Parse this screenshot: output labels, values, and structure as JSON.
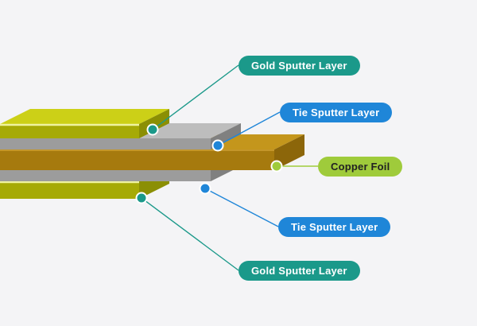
{
  "background_color": "#f4f4f6",
  "diagram": {
    "description": "Sputtered layer stack diagram",
    "labels": [
      {
        "id": "gold-sputter-top",
        "text": "Gold Sputter Layer",
        "color": "#1b998a",
        "text_color": "#ffffff"
      },
      {
        "id": "tie-sputter-top",
        "text": "Tie Sputter Layer",
        "color": "#1f86d8",
        "text_color": "#ffffff"
      },
      {
        "id": "copper-foil",
        "text": "Copper Foil",
        "color": "#9fcb3b",
        "text_color": "#222222"
      },
      {
        "id": "tie-sputter-bottom",
        "text": "Tie Sputter Layer",
        "color": "#1f86d8",
        "text_color": "#ffffff"
      },
      {
        "id": "gold-sputter-bottom",
        "text": "Gold Sputter Layer",
        "color": "#1b998a",
        "text_color": "#ffffff"
      }
    ],
    "layers": [
      {
        "name": "Gold Sputter Layer",
        "position": "top",
        "colors": {
          "top": "#ccd017",
          "front": "#a6aa06",
          "side": "#8b8f04",
          "highlight": "#eff3a0"
        }
      },
      {
        "name": "Tie Sputter Layer",
        "position": "top",
        "colors": {
          "top": "#bdbdbd",
          "front": "#9c9c9c",
          "side": "#808080"
        }
      },
      {
        "name": "Copper Foil",
        "position": "middle",
        "colors": {
          "top": "#c4961c",
          "front": "#a67a0e",
          "side": "#8c660a",
          "highlight": "#cda032"
        }
      },
      {
        "name": "Tie Sputter Layer",
        "position": "bottom",
        "colors": {
          "top": "#bdbdbd",
          "front": "#9c9c9c",
          "side": "#808080"
        }
      },
      {
        "name": "Gold Sputter Layer",
        "position": "bottom",
        "colors": {
          "top": "#ccd017",
          "front": "#a6aa06",
          "side": "#8b8f04",
          "highlight": "#eff3a0"
        }
      }
    ]
  }
}
